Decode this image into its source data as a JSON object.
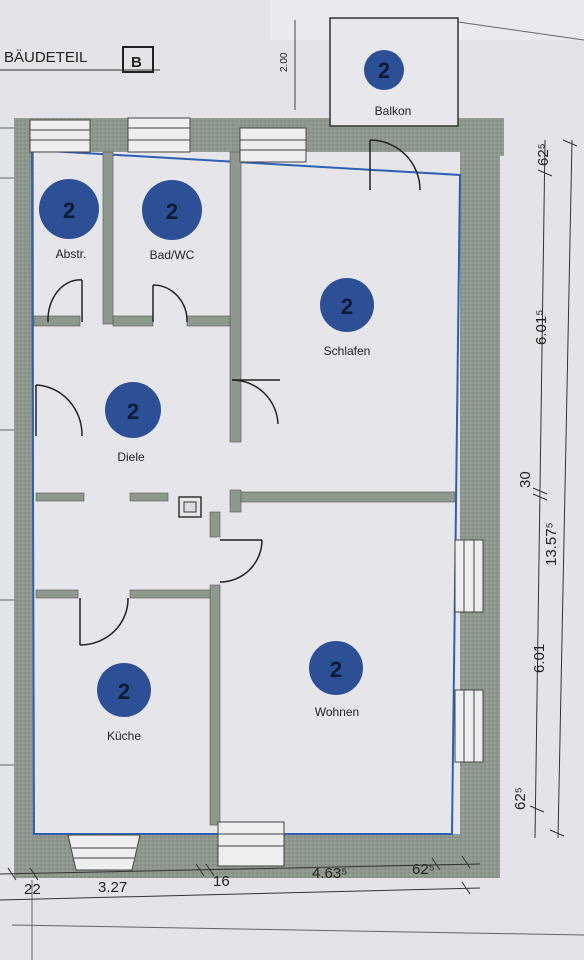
{
  "building_part": {
    "label": "BÄUDETEIL",
    "code": "B"
  },
  "small_dim": "2.00",
  "rooms": [
    {
      "id": "balkon",
      "name": "Balkon",
      "unit": "2"
    },
    {
      "id": "abstr",
      "name": "Abstr.",
      "unit": "2"
    },
    {
      "id": "bad",
      "name": "Bad/WC",
      "unit": "2"
    },
    {
      "id": "schlafen",
      "name": "Schlafen",
      "unit": "2"
    },
    {
      "id": "diele",
      "name": "Diele",
      "unit": "2"
    },
    {
      "id": "kueche",
      "name": "Küche",
      "unit": "2"
    },
    {
      "id": "wohnen",
      "name": "Wohnen",
      "unit": "2"
    }
  ],
  "dimensions": {
    "bottom": [
      "22",
      "3.27",
      "16",
      "4.63⁵",
      "62⁵"
    ],
    "right": [
      "62⁵",
      "6.01⁵",
      "30",
      "13.57⁵",
      "6.01",
      "62⁵"
    ]
  },
  "colors": {
    "wall": "#8f988e",
    "outline": "#2f5fb3",
    "badge": "#2c4f96"
  }
}
